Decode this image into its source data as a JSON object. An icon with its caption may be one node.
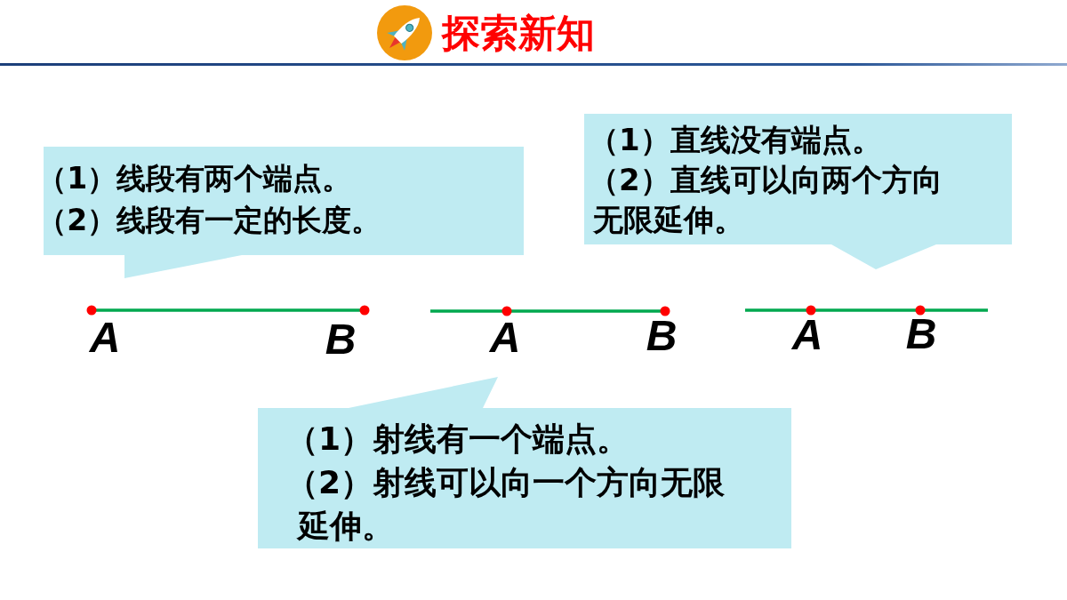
{
  "diagram": {
    "title": "探索新知",
    "nodes": [
      {
        "text": [
          "（1）线段有两个端点。",
          "（2）线段有一定的长度。"
        ]
      },
      {
        "text": [
          "（1）直线没有端点。",
          "（2）直线可以向两个方向无限延伸。"
        ]
      },
      {
        "text": [
          "（1）射线有一个端点。",
          "（2）射线可以向一个方向无限延伸。"
        ]
      }
    ],
    "labels": [
      "A",
      "B",
      "A",
      "B",
      "A",
      "B"
    ]
  }
}
